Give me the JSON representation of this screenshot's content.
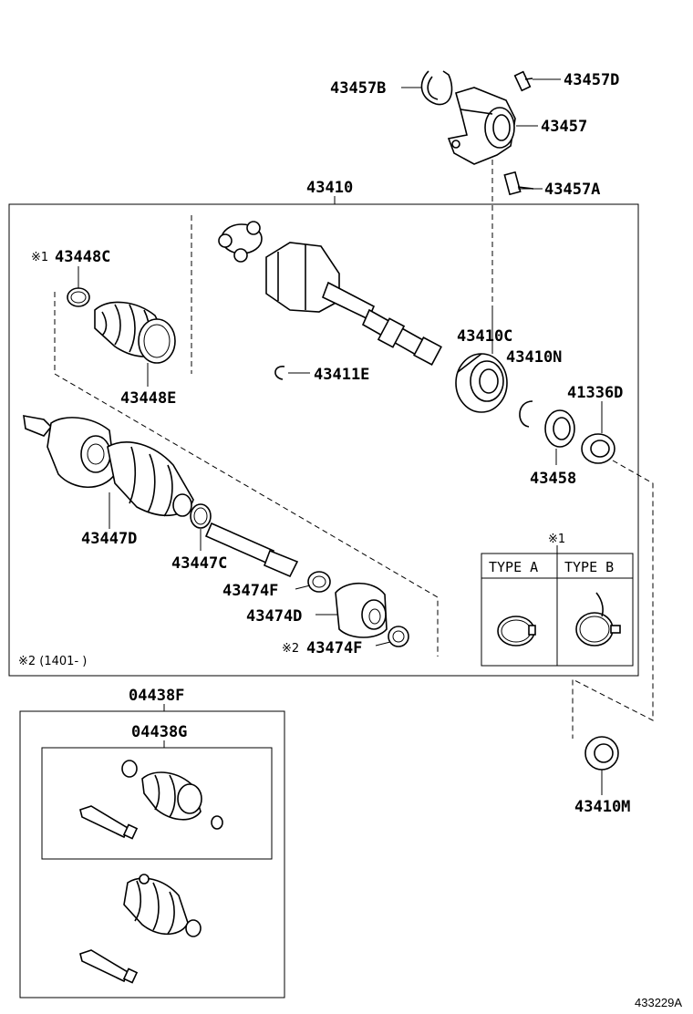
{
  "labels": {
    "p43457B": "43457B",
    "p43457D": "43457D",
    "p43457": "43457",
    "p43457A": "43457A",
    "p43410": "43410",
    "p43448C": "43448C",
    "note1_mark_a": "※1",
    "p43448E": "43448E",
    "p43411E": "43411E",
    "p43410C": "43410C",
    "p43410N": "43410N",
    "p41336D": "41336D",
    "p43458": "43458",
    "p43447D": "43447D",
    "p43447C": "43447C",
    "p43474F_a": "43474F",
    "p43474D": "43474D",
    "note2_mark": "※2",
    "p43474F_b": "43474F",
    "note2_footnote": "※2 (1401-    )",
    "note1_mark_b": "※1",
    "type_a": "TYPE A",
    "type_b": "TYPE B",
    "p04438F": "04438F",
    "p04438G": "04438G",
    "p43410M": "43410M",
    "figure_id": "433229A"
  }
}
